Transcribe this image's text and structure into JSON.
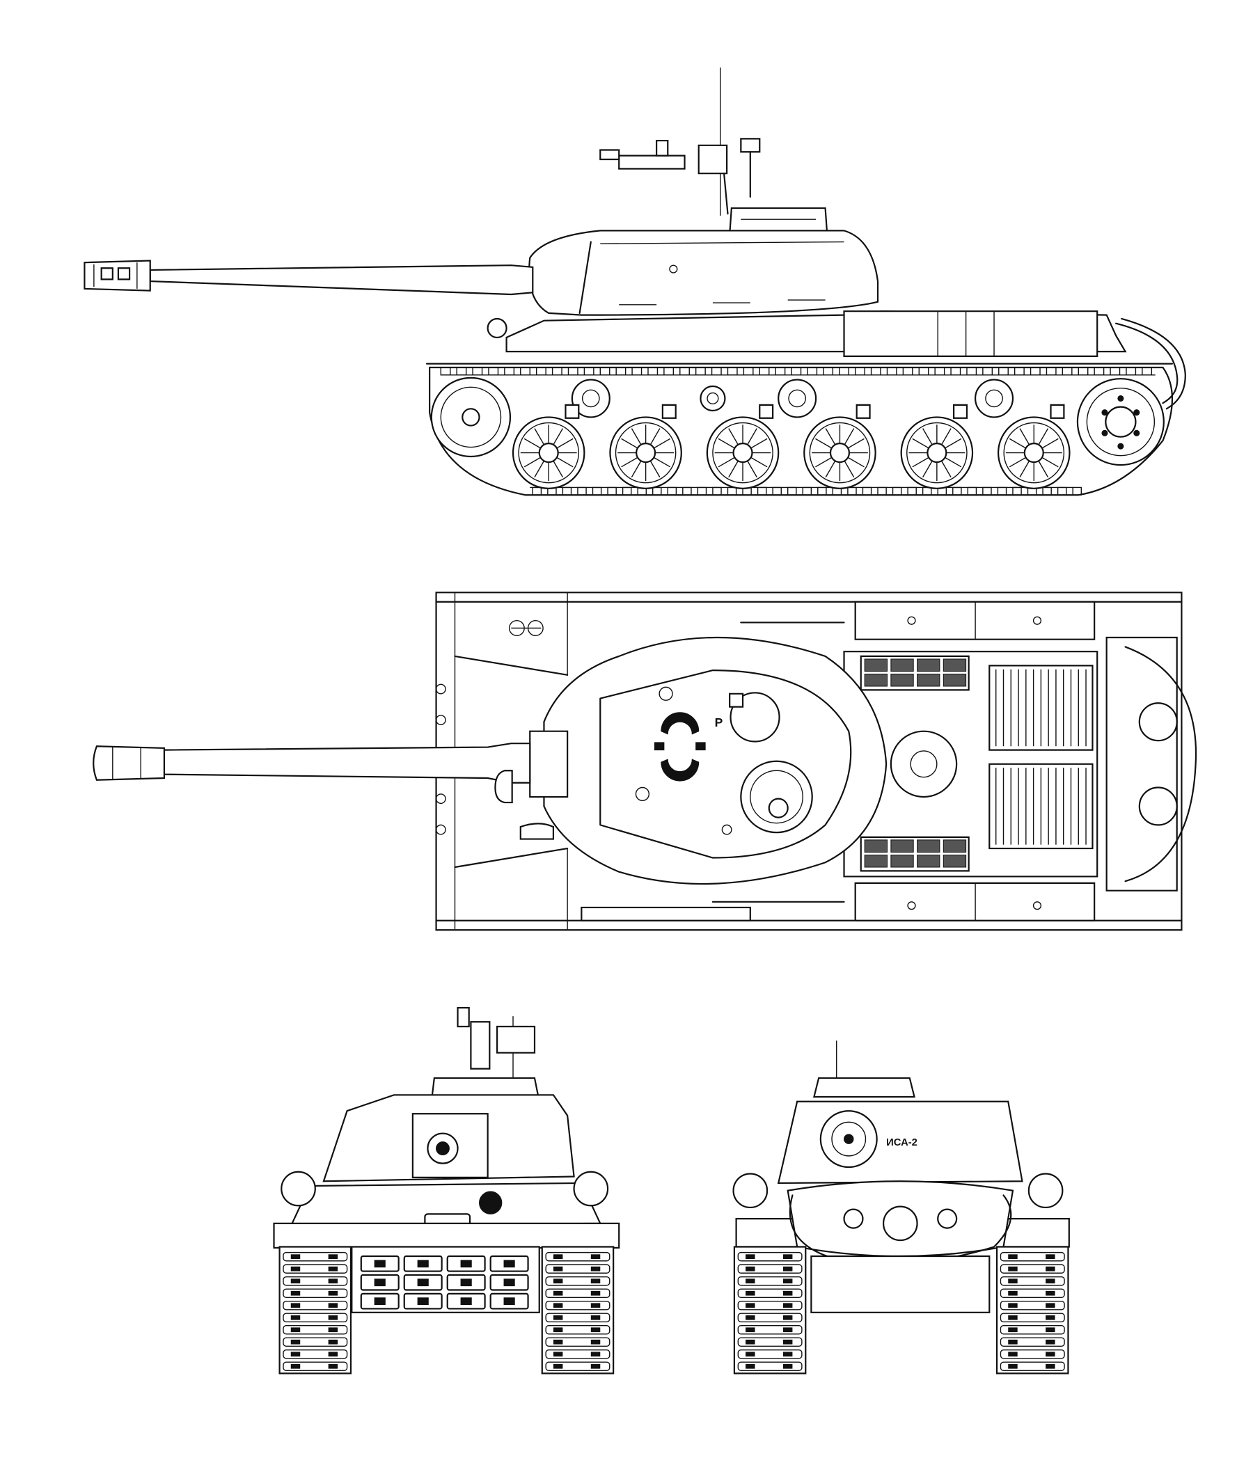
{
  "views": {
    "side": {
      "road_wheels": 6,
      "return_rollers": 4
    },
    "top": {
      "hatch_marking": "P"
    },
    "rear": {
      "hull_marking": "ИСА-2"
    }
  },
  "colors": {
    "line": "#111111",
    "paper": "#ffffff"
  },
  "icons": {
    "road_wheel": "spoked-wheel-icon",
    "sprocket": "drive-sprocket-icon"
  }
}
